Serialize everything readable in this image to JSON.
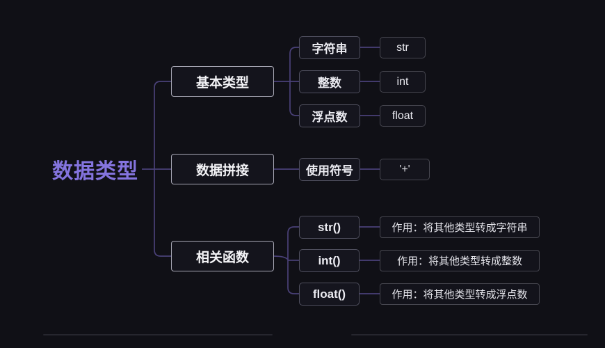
{
  "mindmap": {
    "root_label": "数据类型",
    "branches": [
      {
        "label": "基本类型",
        "children": [
          {
            "label": "字符串",
            "value": "str"
          },
          {
            "label": "整数",
            "value": "int"
          },
          {
            "label": "浮点数",
            "value": "float"
          }
        ]
      },
      {
        "label": "数据拼接",
        "children": [
          {
            "label": "使用符号",
            "value": "'+'"
          }
        ]
      },
      {
        "label": "相关函数",
        "children": [
          {
            "label": "str()",
            "value": "作用：将其他类型转成字符串"
          },
          {
            "label": "int()",
            "value": "作用：将其他类型转成整数"
          },
          {
            "label": "float()",
            "value": "作用：将其他类型转成浮点数"
          }
        ]
      }
    ]
  },
  "colors": {
    "background": "#101016",
    "root_text": "#8474de",
    "connector_line": "#4a4178",
    "branch_border": "#a9a9b6",
    "child_border": "#4f4f5e",
    "box_fill": "#14141c"
  }
}
